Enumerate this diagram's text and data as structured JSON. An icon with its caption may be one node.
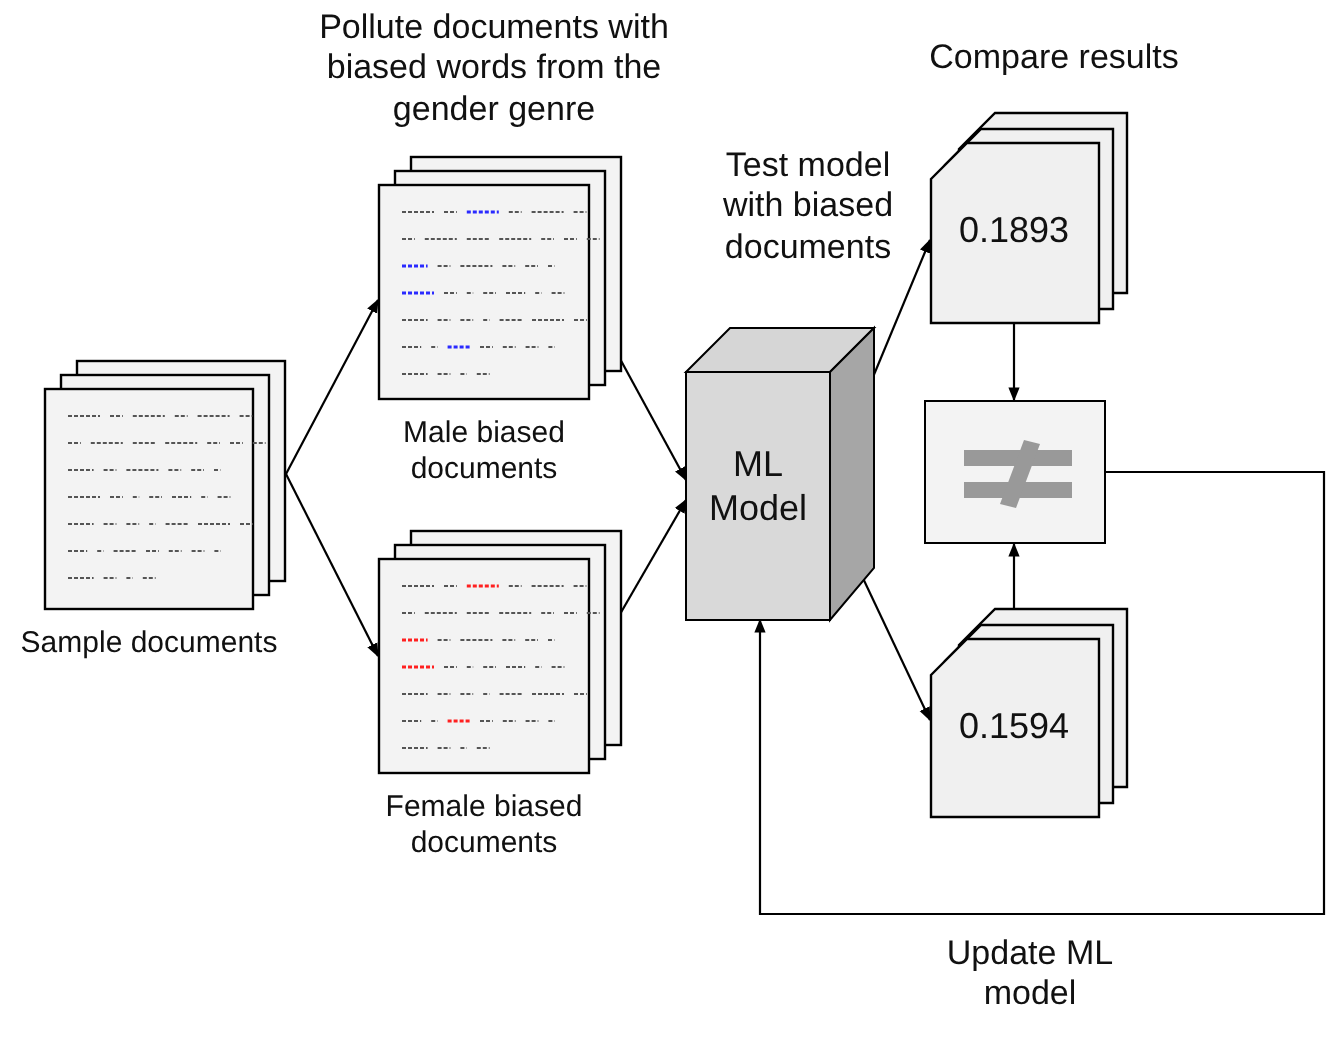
{
  "diagram": {
    "nodes": [
      {
        "text": [
          "Sample documents"
        ]
      },
      {
        "text": [
          "Male biased documents"
        ]
      },
      {
        "text": [
          "Female biased documents"
        ]
      },
      {
        "text": [
          "ML Model"
        ]
      },
      {
        "text": [
          "0.1893"
        ]
      },
      {
        "text": [],
        "shape": "box"
      },
      {
        "text": [
          "0.1594"
        ]
      }
    ],
    "edges": [
      {
        "from": 0,
        "to": 1,
        "arrow": "to"
      },
      {
        "from": 0,
        "to": 2,
        "arrow": "to"
      },
      {
        "from": 1,
        "to": 3,
        "arrow": "to"
      },
      {
        "from": 2,
        "to": 3,
        "arrow": "to"
      },
      {
        "from": 3,
        "to": 4,
        "arrow": "to"
      },
      {
        "from": 3,
        "to": 6,
        "arrow": "to"
      },
      {
        "from": 4,
        "to": 5,
        "arrow": "to"
      },
      {
        "from": 6,
        "to": 5,
        "arrow": "to"
      },
      {
        "from": 5,
        "to": 3,
        "arrow": "to",
        "label": "Update ML model"
      }
    ],
    "labels": [
      "Pollute documents with biased words from the gender genre",
      "Test model with biased documents",
      "Compare results"
    ]
  }
}
